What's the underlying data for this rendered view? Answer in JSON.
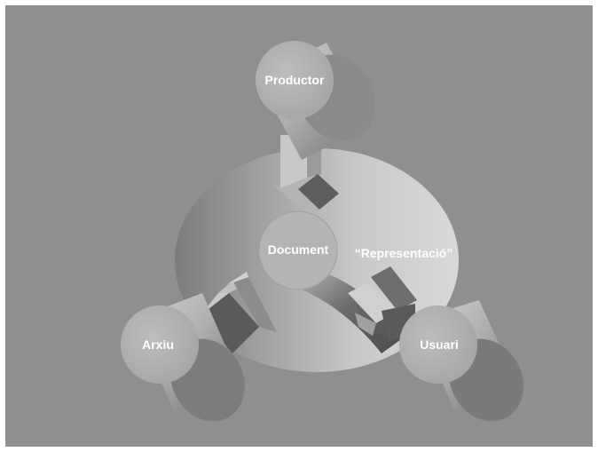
{
  "nodes": {
    "productor": "Productor",
    "document": "Document",
    "arxiu": "Arxiu",
    "usuari": "Usuari"
  },
  "labels": {
    "representacio": "“Representació”"
  },
  "colors": {
    "background": "#8f8f8f",
    "frame": "#ffffff",
    "label": "#ffffff"
  }
}
